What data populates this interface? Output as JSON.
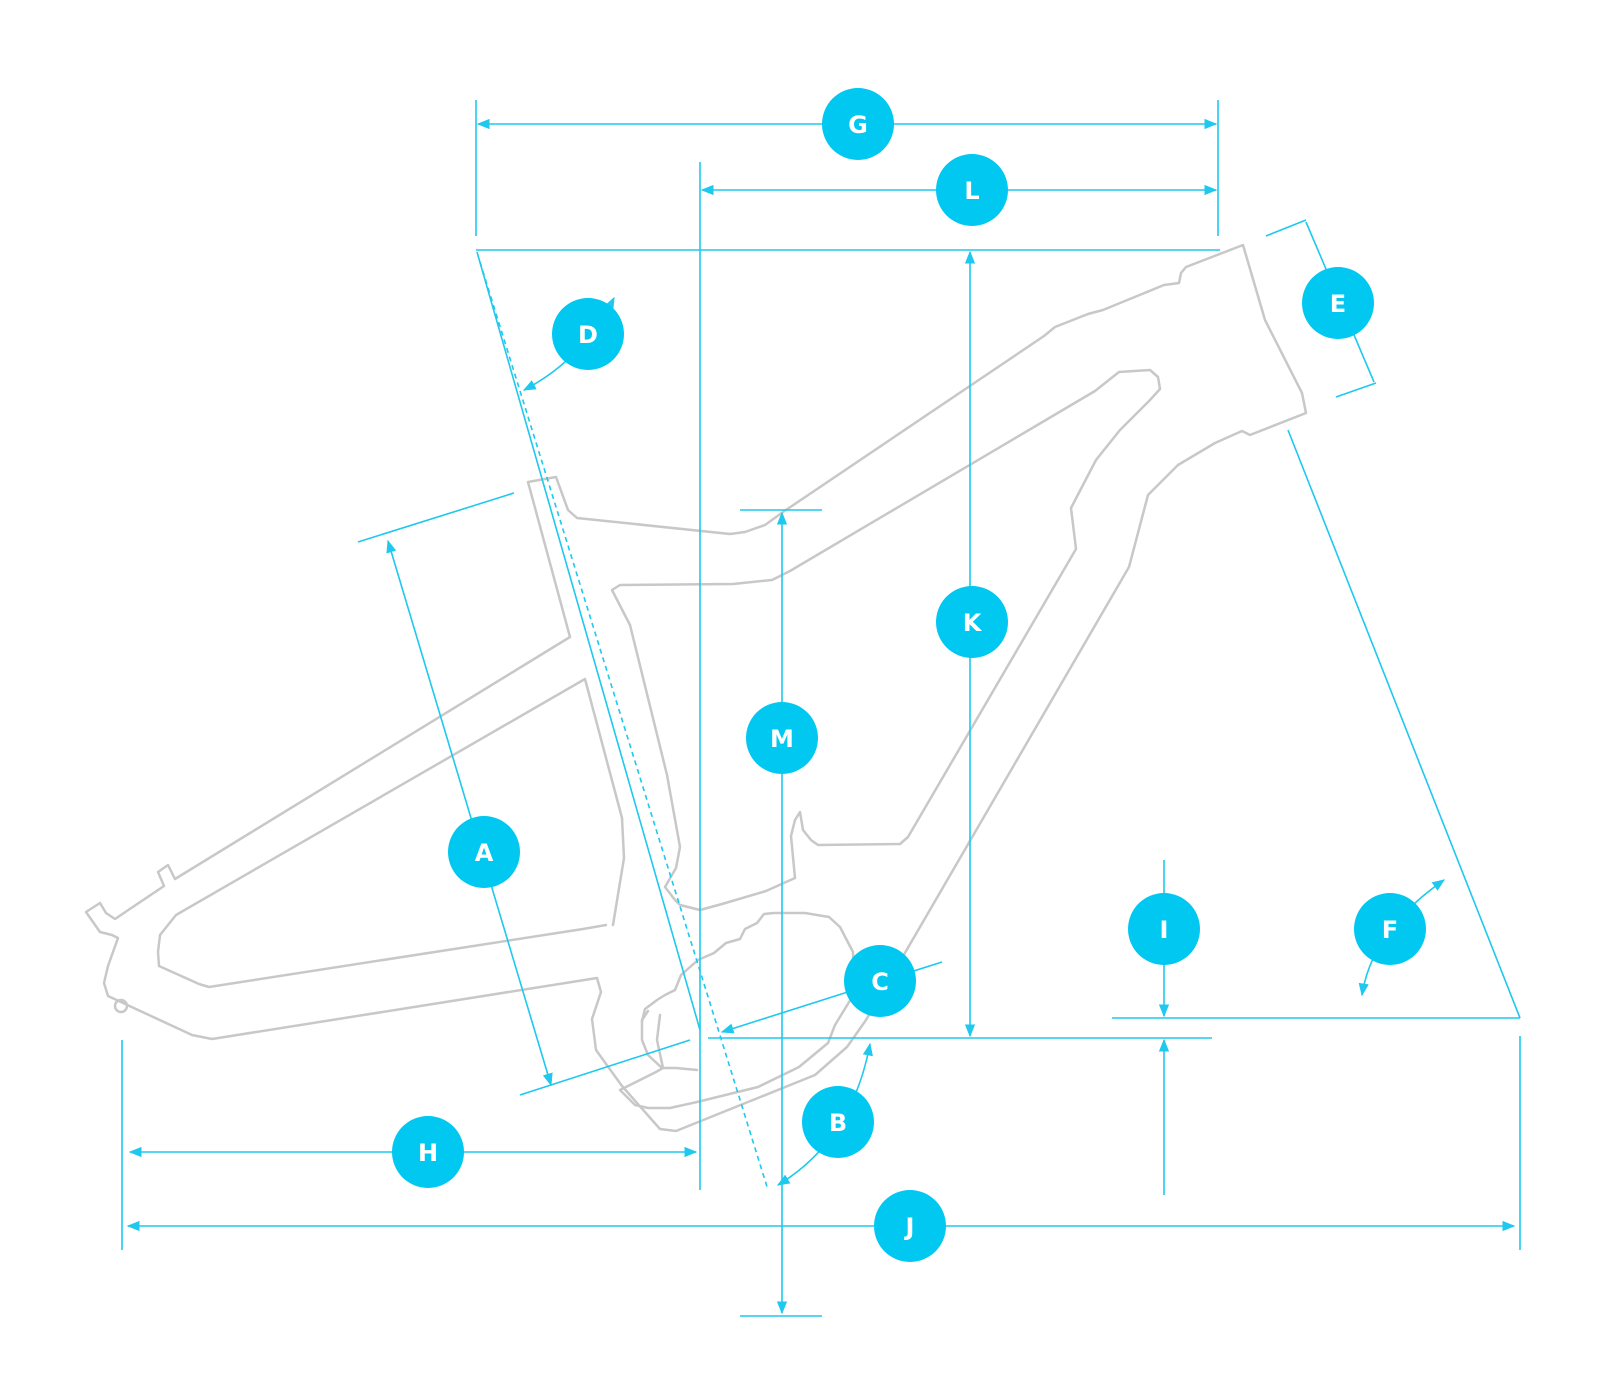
{
  "colors": {
    "accent": "#00c8f0",
    "line": "#1ec8ee",
    "frame": "#c8c8c8",
    "marker_text": "#ffffff",
    "background": "#ffffff"
  },
  "markers": [
    {
      "id": "A",
      "label": "A"
    },
    {
      "id": "B",
      "label": "B"
    },
    {
      "id": "C",
      "label": "C"
    },
    {
      "id": "D",
      "label": "D"
    },
    {
      "id": "E",
      "label": "E"
    },
    {
      "id": "F",
      "label": "F"
    },
    {
      "id": "G",
      "label": "G"
    },
    {
      "id": "H",
      "label": "H"
    },
    {
      "id": "I",
      "label": "I"
    },
    {
      "id": "J",
      "label": "J"
    },
    {
      "id": "K",
      "label": "K"
    },
    {
      "id": "L",
      "label": "L"
    },
    {
      "id": "M",
      "label": "M"
    }
  ]
}
